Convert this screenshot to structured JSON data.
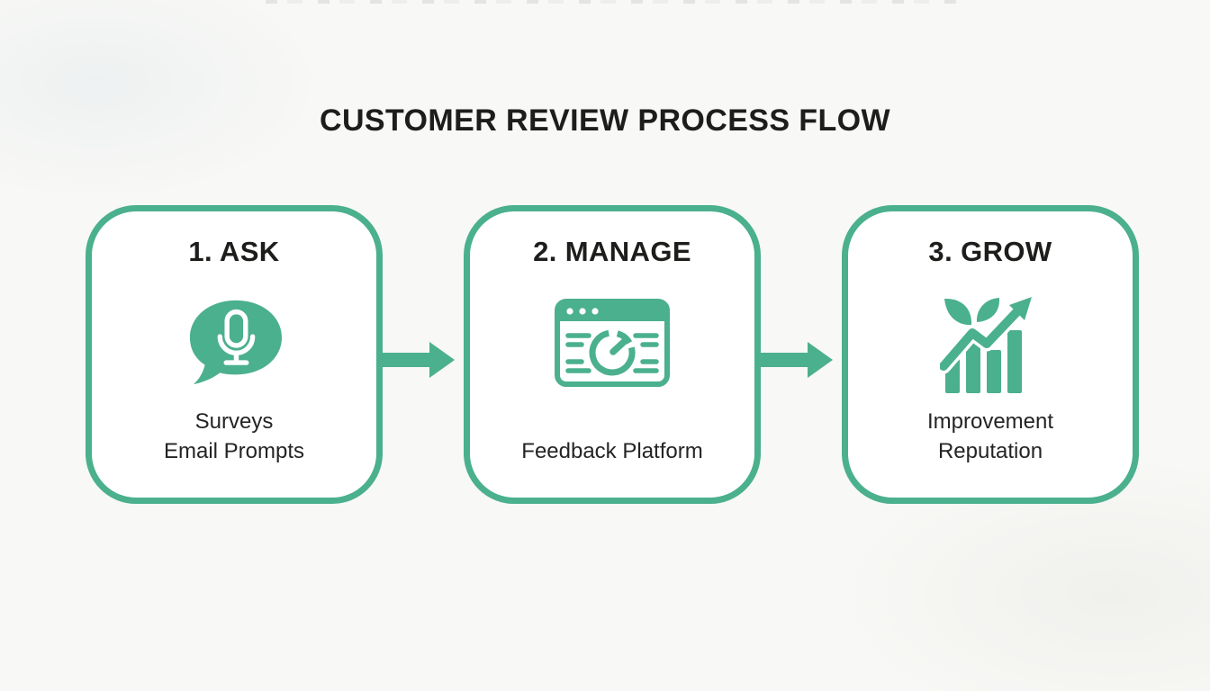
{
  "title": "CUSTOMER REVIEW PROCESS FLOW",
  "colors": {
    "accent_green": "#4BB08D",
    "heading_text": "#1D1D1B",
    "body_text": "#242424",
    "box_fill": "#FFFFFF",
    "background": "#F8F8F6"
  },
  "steps": [
    {
      "heading": "1. ASK",
      "icon": "speech-bubble-microphone-icon",
      "lines": [
        "Surveys",
        "Email Prompts"
      ]
    },
    {
      "heading": "2. MANAGE",
      "icon": "feedback-dashboard-window-icon",
      "lines": [
        "Feedback Platform"
      ]
    },
    {
      "heading": "3. GROW",
      "icon": "growth-chart-leaves-icon",
      "lines": [
        "Improvement",
        "Reputation"
      ]
    }
  ],
  "connectors": [
    {
      "icon": "arrow-right-icon"
    },
    {
      "icon": "arrow-right-icon"
    }
  ]
}
